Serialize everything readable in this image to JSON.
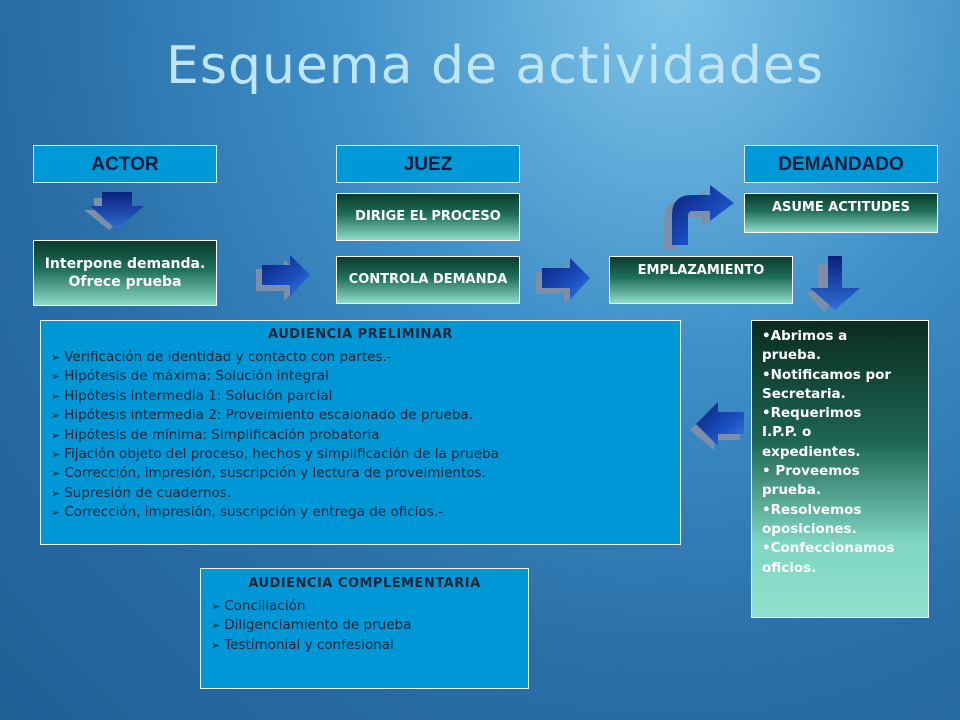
{
  "title": "Esquema de actividades",
  "columns": {
    "actor": "ACTOR",
    "juez": "JUEZ",
    "demandado": "DEMANDADO"
  },
  "boxes": {
    "interpone": "Interpone demanda. Ofrece prueba",
    "dirige": "DIRIGE EL PROCESO",
    "controla": "CONTROLA DEMANDA",
    "emplazamiento": "EMPLAZAMIENTO",
    "asume": "ASUME ACTITUDES"
  },
  "audiencia_preliminar": {
    "title": "AUDIENCIA PRELIMINAR",
    "items": [
      "Verificación de identidad y contacto con partes.-",
      "Hipótesis de máxima: Solución integral",
      "Hipótesis intermedia 1: Solución parcial",
      "Hipótesis intermedia  2: Proveimiento escalonado de prueba.",
      "Hipótesis de mínima: Simplificación probatoria",
      "Fijación objeto del proceso, hechos y simplificación de la prueba",
      "Corrección, impresión, suscripción y lectura de proveimientos.",
      "Supresión de cuadernos.",
      "Corrección, impresión, suscripción y entrega de oficios.-"
    ]
  },
  "audiencia_complementaria": {
    "title": "AUDIENCIA COMPLEMENTARIA",
    "items": [
      "Conciliación",
      "Diligenciamiento de prueba",
      "Testimonial y confesional"
    ]
  },
  "acciones": {
    "items": [
      "•Abrimos a",
      "prueba.",
      "•Notificamos por",
      "Secretaria.",
      "•Requerimos",
      "I.P.P. o",
      "expedientes.",
      "• Proveemos",
      "prueba.",
      "•Resolvemos",
      "oposiciones.",
      "•Confeccionamos",
      "oficios."
    ]
  },
  "colors": {
    "header_blue": "#0099d8",
    "arrow_dark": "#0a2a8a",
    "arrow_shadow": "#7a8fa8"
  }
}
